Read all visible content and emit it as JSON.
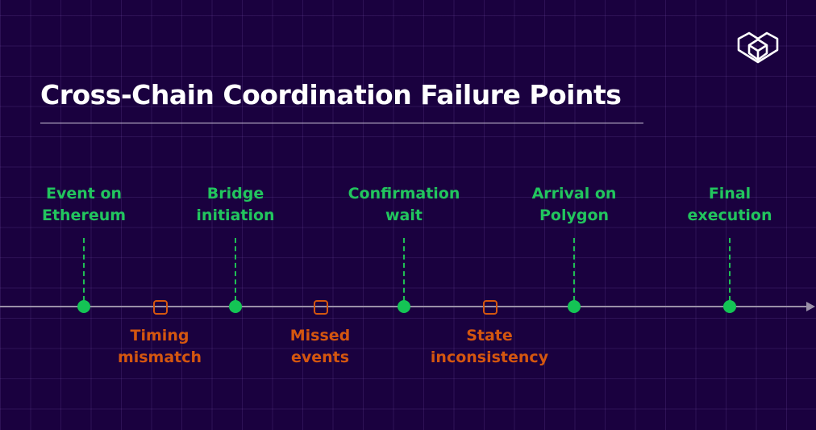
{
  "title": "Cross-Chain Coordination Failure Points",
  "stages": [
    {
      "line1": "Event on",
      "line2": "Ethereum"
    },
    {
      "line1": "Bridge",
      "line2": "initiation"
    },
    {
      "line1": "Confirmation",
      "line2": "wait"
    },
    {
      "line1": "Arrival on",
      "line2": "Polygon"
    },
    {
      "line1": "Final",
      "line2": "execution"
    }
  ],
  "failures": [
    {
      "line1": "Timing",
      "line2": "mismatch"
    },
    {
      "line1": "Missed",
      "line2": "events"
    },
    {
      "line1": "State",
      "line2": "inconsistency"
    }
  ],
  "colors": {
    "background": "#1a013f",
    "stage": "#22c55e",
    "failure": "#d4560f",
    "axis": "#9a90a8"
  }
}
